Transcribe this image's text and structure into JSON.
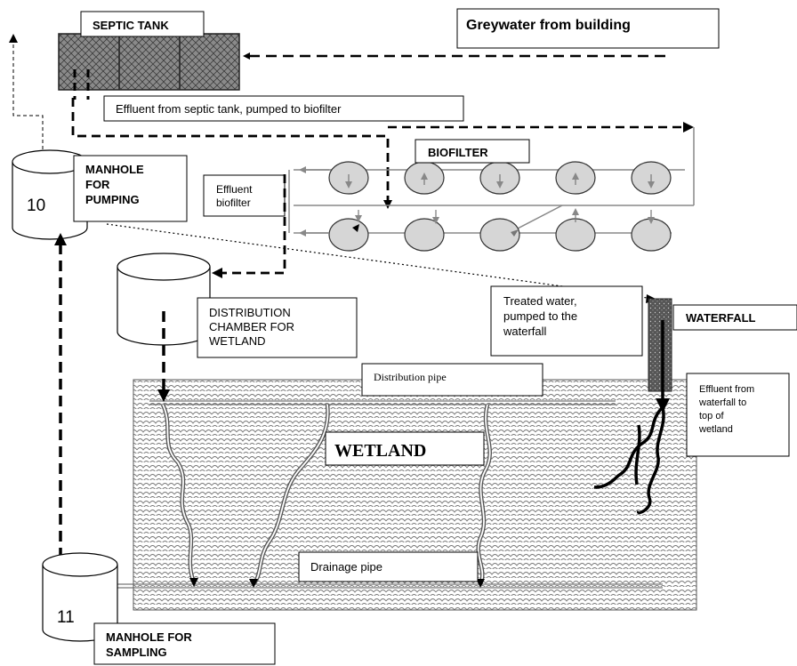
{
  "labels": {
    "septic_tank": "SEPTIC TANK",
    "greywater": "Greywater from building",
    "effluent_septic": "Effluent from septic tank, pumped to biofilter",
    "manhole_pumping_number": "10",
    "manhole_pumping": [
      "MANHOLE",
      "FOR",
      "PUMPING"
    ],
    "biofilter": "BIOFILTER",
    "effluent_biofilter": [
      "Effluent",
      "biofilter"
    ],
    "distribution_chamber": [
      "DISTRIBUTION",
      "CHAMBER FOR",
      "WETLAND"
    ],
    "treated_water": [
      "Treated water,",
      "pumped to the",
      "waterfall"
    ],
    "waterfall": "WATERFALL",
    "distribution_pipe": "Distribution pipe",
    "wetland": "WETLAND",
    "effluent_waterfall": [
      "Effluent from",
      "waterfall to",
      "top of",
      "wetland"
    ],
    "drainage_pipe": "Drainage pipe",
    "manhole_sampling_number": "11",
    "manhole_sampling": [
      "MANHOLE FOR",
      "SAMPLING"
    ]
  }
}
